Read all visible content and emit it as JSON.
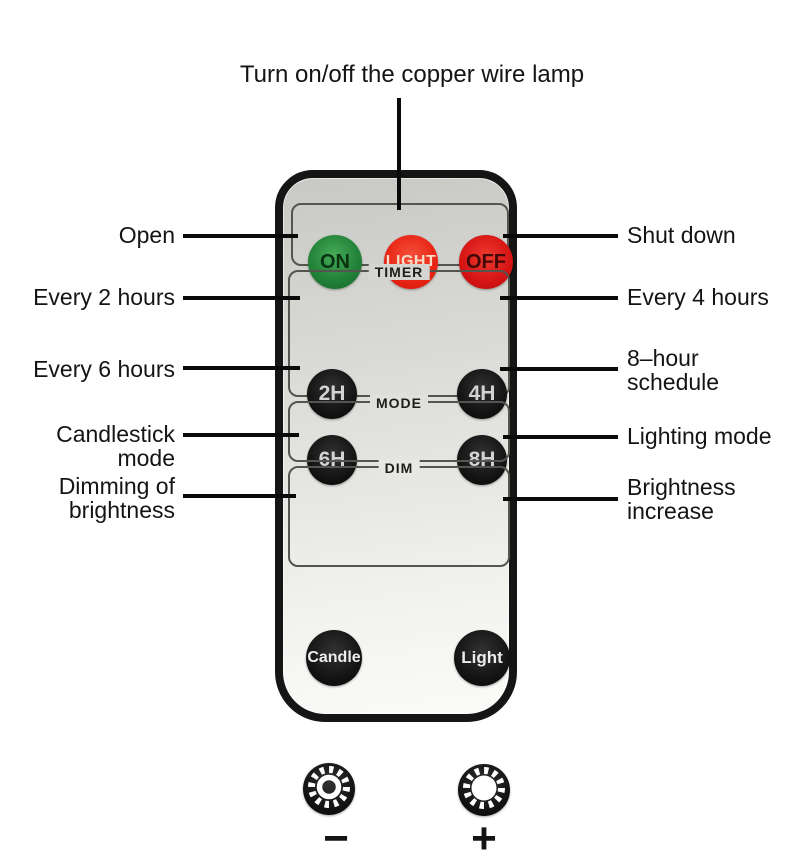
{
  "title": "Turn on/off the copper wire lamp",
  "remote": {
    "power": {
      "on": "ON",
      "light": "LIGHT",
      "off": "OFF"
    },
    "timer": {
      "label": "TIMER",
      "b2h": "2H",
      "b4h": "4H",
      "b6h": "6H",
      "b8h": "8H"
    },
    "mode": {
      "label": "MODE",
      "candle": "Candle",
      "light": "Light"
    },
    "dim": {
      "label": "DIM",
      "minus": "−",
      "plus": "+"
    }
  },
  "annotations": {
    "left": [
      {
        "text": "Open"
      },
      {
        "text": "Every 2 hours"
      },
      {
        "text": "Every 6 hours"
      },
      {
        "text": "Candlestick mode"
      },
      {
        "text": "Dimming of brightness"
      }
    ],
    "right": [
      {
        "text": "Shut down"
      },
      {
        "text": "Every 4 hours"
      },
      {
        "text": "8–hour schedule"
      },
      {
        "text": "Lighting mode"
      },
      {
        "text": "Brightness increase"
      }
    ]
  },
  "colors": {
    "on_button_green": "#238339",
    "light_button_red": "#e82414",
    "off_button_red": "#d51414",
    "dark_button_black": "#111111",
    "remote_body_gray": "#e4e4e0",
    "outline_black": "#151515",
    "annotation_line": "#0a0a0a"
  }
}
